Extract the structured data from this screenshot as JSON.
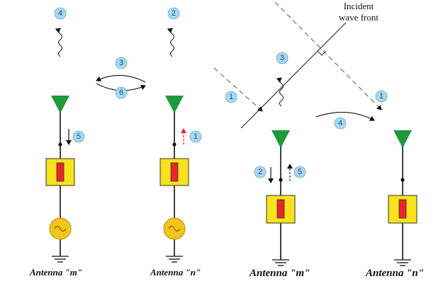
{
  "colors": {
    "antenna": "#1e9a3c",
    "box": "#f7e21c",
    "resistor": "#e8262a",
    "source": "#f2c41c",
    "badge": "#a9d8f0"
  },
  "labels": {
    "left_m": "Antenna \"m\"",
    "left_n": "Antenna \"n\"",
    "right_m": "Antenna \"m\"",
    "right_n": "Antenna \"n\"",
    "wave_front_line1": "Incident",
    "wave_front_line2": "wave front"
  },
  "badges": {
    "b_left_4": "4",
    "b_left_2": "2",
    "b_left_3": "3",
    "b_left_6": "6",
    "b_left_5": "5",
    "b_left_1": "1",
    "b_right_3": "3",
    "b_right_1a": "1",
    "b_right_1b": "1",
    "b_right_4": "4",
    "b_right_2": "2",
    "b_right_5": "5"
  },
  "icons": {
    "wave": "wavy-arrow-icon",
    "source": "ac-source-icon",
    "ground": "ground-icon"
  }
}
